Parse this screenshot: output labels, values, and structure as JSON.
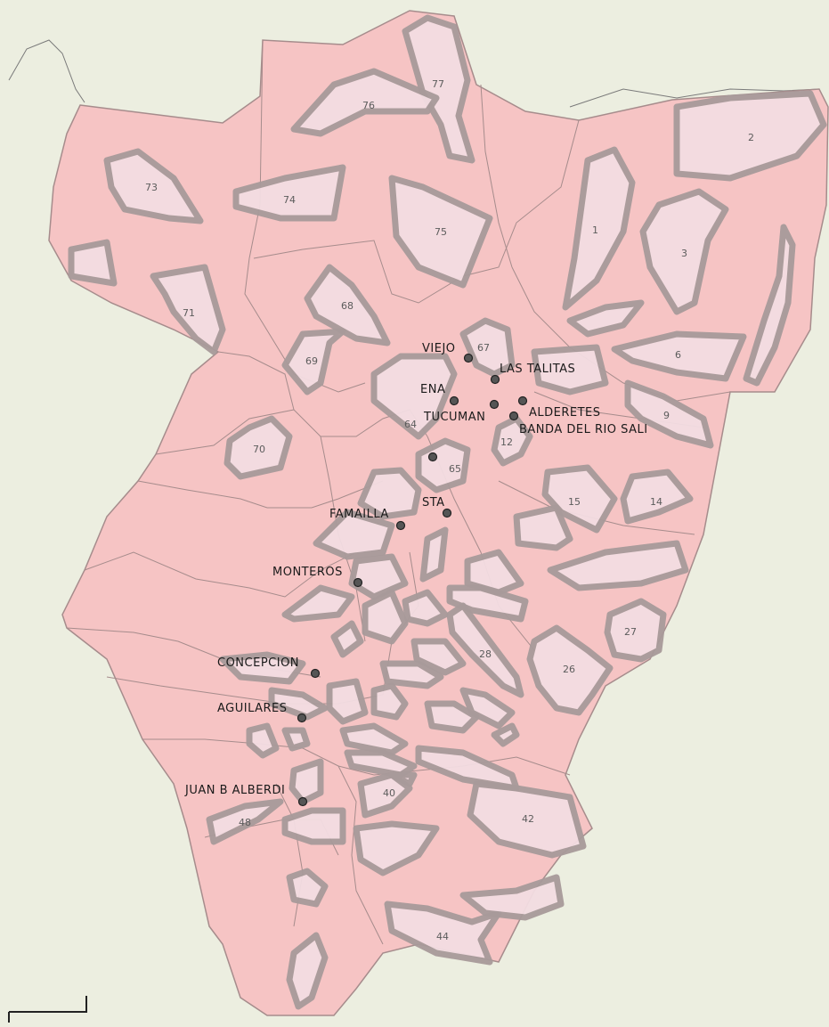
{
  "colors": {
    "background": "#eceee0",
    "province": "#f6c4c4",
    "boundary": "#a68c8c",
    "zone_fill": "#f3dde2",
    "zone_stroke": "#a89a9a"
  },
  "zone_labels": [
    "1",
    "2",
    "3",
    "6",
    "9",
    "12",
    "14",
    "15",
    "26",
    "27",
    "28",
    "40",
    "42",
    "44",
    "48",
    "64",
    "65",
    "67",
    "68",
    "69",
    "70",
    "71",
    "73",
    "74",
    "75",
    "76",
    "77"
  ],
  "cities": [
    {
      "id": "viejo",
      "label": "VIEJO"
    },
    {
      "id": "las-talitas",
      "label": "LAS TALITAS"
    },
    {
      "id": "ena",
      "label": "ENA"
    },
    {
      "id": "tucuman",
      "label": "TUCUMAN"
    },
    {
      "id": "alderetes",
      "label": "ALDERETES"
    },
    {
      "id": "banda-del-rio-sali",
      "label": "BANDA DEL RIO SALI"
    },
    {
      "id": "sta",
      "label": "STA"
    },
    {
      "id": "famailla",
      "label": "FAMAILLA"
    },
    {
      "id": "monteros",
      "label": "MONTEROS"
    },
    {
      "id": "concepcion",
      "label": "CONCEPCION"
    },
    {
      "id": "aguilares",
      "label": "AGUILARES"
    },
    {
      "id": "juan-b-alberdi",
      "label": "JUAN B ALBERDI"
    }
  ]
}
